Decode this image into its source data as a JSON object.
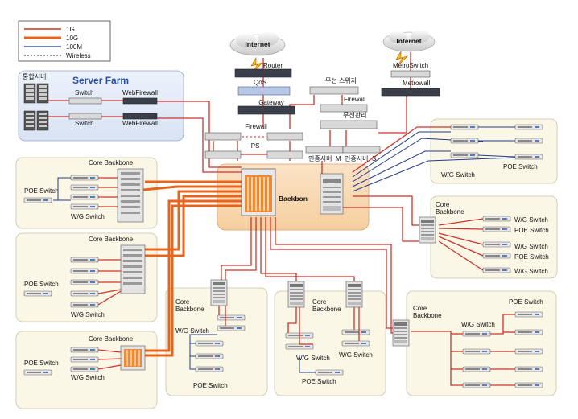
{
  "legend": {
    "items": [
      {
        "label": "1G",
        "color": "#d0322b"
      },
      {
        "label": "10G",
        "color": "#e8641c"
      },
      {
        "label": "100M",
        "color": "#203c8c"
      },
      {
        "label": "Wireless",
        "color": "#333333"
      }
    ]
  },
  "top": {
    "internet_left": "Internet",
    "internet_right": "Internet",
    "router": "Router",
    "qos": "QoS",
    "gateway": "Gateway",
    "firewall": "Firewall",
    "ips": "IPS",
    "wireless_switch": "무선 스위치",
    "firewall_right": "Firewall",
    "wireless_mgmt": "무선관리",
    "auth_server_m": "인증서버_M",
    "auth_server_s": "인증서버_S",
    "metro_switch": "MetroSwitch",
    "metrowall": "Metrowall"
  },
  "server_farm": {
    "title": "Server Farm",
    "integrated_server": "통합서버",
    "switch1": "Switch",
    "switch2": "Switch",
    "webfirewall1": "WebFirewall",
    "webfirewall2": "WebFirewall"
  },
  "backbone": {
    "label": "Backbon"
  },
  "left_panels": [
    {
      "core": "Core Backbone",
      "poe": "POE Switch",
      "wg": "W/G Switch"
    },
    {
      "core": "Core Backbone",
      "poe": "POE Switch",
      "wg": "W/G Switch"
    },
    {
      "core": "Core Backbone",
      "poe": "POE Switch",
      "wg": "W/G Switch"
    }
  ],
  "right_top_panel": {
    "wg": "W/G Switch",
    "poe": "POE Switch"
  },
  "right_mid_panel": {
    "core": "Core\nBackbone",
    "core_line1": "Core",
    "core_line2": "Backbone",
    "labels": [
      "W/G Switch",
      "POE Switch",
      "W/G Switch",
      "POE Switch",
      "W/G Switch"
    ]
  },
  "bottom_panels": {
    "left": {
      "core_line1": "Core",
      "core_line2": "Backbone",
      "wg": "W/G Switch",
      "poe": "POE Switch"
    },
    "middle": {
      "core_line1": "Core",
      "core_line2": "Backbone",
      "wg1": "W/G Switch",
      "wg2": "W/G Switch",
      "poe": "POE Switch"
    },
    "right": {
      "core_line1": "Core",
      "core_line2": "Backbone",
      "wg": "W/G Switch",
      "poe": "POE Switch"
    }
  }
}
